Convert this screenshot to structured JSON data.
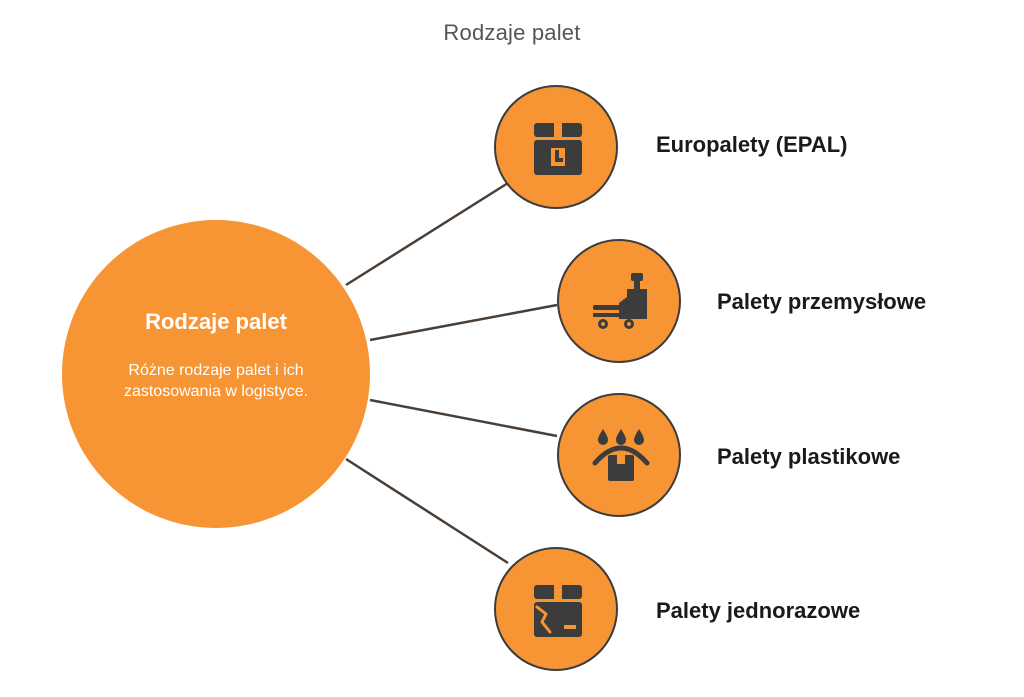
{
  "title": "Rodzaje palet",
  "hub": {
    "title": "Rodzaje palet",
    "description": "Różne rodzaje palet i ich zastosowania w logistyce."
  },
  "nodes": [
    {
      "label": "Europalety (EPAL)",
      "icon": "box-clock-icon"
    },
    {
      "label": "Palety przemysłowe",
      "icon": "pallet-jack-icon"
    },
    {
      "label": "Palety plastikowe",
      "icon": "box-under-drops-icon"
    },
    {
      "label": "Palety jednorazowe",
      "icon": "broken-box-icon"
    }
  ],
  "colors": {
    "accent": "#f79433",
    "icon": "#3c3c3c",
    "connector": "#4a3f36",
    "hub_text": "#ffffff",
    "label_text": "#1a1a1a",
    "title_text": "#555555"
  }
}
